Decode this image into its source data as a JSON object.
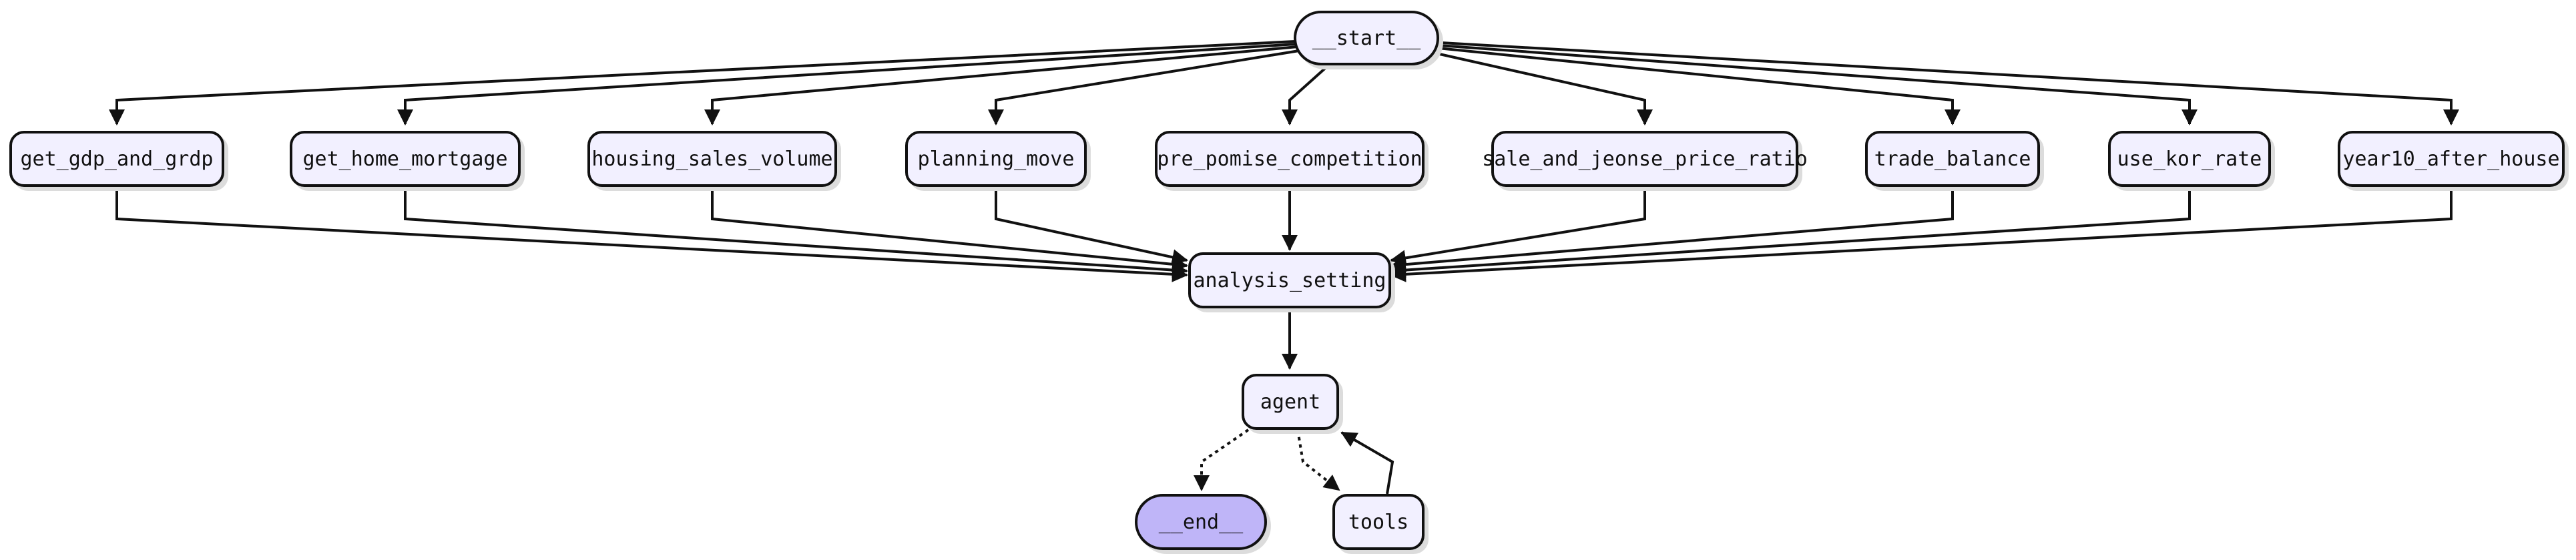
{
  "diagram": {
    "nodes": {
      "start": {
        "label": "__start__"
      },
      "get_gdp_and_grdp": {
        "label": "get_gdp_and_grdp"
      },
      "get_home_mortgage": {
        "label": "get_home_mortgage"
      },
      "housing_sales_volume": {
        "label": "housing_sales_volume"
      },
      "planning_move": {
        "label": "planning_move"
      },
      "pre_pomise_competition": {
        "label": "pre_pomise_competition"
      },
      "sale_and_jeonse_price_ratio": {
        "label": "sale_and_jeonse_price_ratio"
      },
      "trade_balance": {
        "label": "trade_balance"
      },
      "use_kor_rate": {
        "label": "use_kor_rate"
      },
      "year10_after_house": {
        "label": "year10_after_house"
      },
      "analysis_setting": {
        "label": "analysis_setting"
      },
      "agent": {
        "label": "agent"
      },
      "end": {
        "label": "__end__"
      },
      "tools": {
        "label": "tools"
      }
    },
    "edges": [
      {
        "from": "__start__",
        "to": "get_gdp_and_grdp",
        "style": "solid"
      },
      {
        "from": "__start__",
        "to": "get_home_mortgage",
        "style": "solid"
      },
      {
        "from": "__start__",
        "to": "housing_sales_volume",
        "style": "solid"
      },
      {
        "from": "__start__",
        "to": "planning_move",
        "style": "solid"
      },
      {
        "from": "__start__",
        "to": "pre_pomise_competition",
        "style": "solid"
      },
      {
        "from": "__start__",
        "to": "sale_and_jeonse_price_ratio",
        "style": "solid"
      },
      {
        "from": "__start__",
        "to": "trade_balance",
        "style": "solid"
      },
      {
        "from": "__start__",
        "to": "use_kor_rate",
        "style": "solid"
      },
      {
        "from": "__start__",
        "to": "year10_after_house",
        "style": "solid"
      },
      {
        "from": "get_gdp_and_grdp",
        "to": "analysis_setting",
        "style": "solid"
      },
      {
        "from": "get_home_mortgage",
        "to": "analysis_setting",
        "style": "solid"
      },
      {
        "from": "housing_sales_volume",
        "to": "analysis_setting",
        "style": "solid"
      },
      {
        "from": "planning_move",
        "to": "analysis_setting",
        "style": "solid"
      },
      {
        "from": "pre_pomise_competition",
        "to": "analysis_setting",
        "style": "solid"
      },
      {
        "from": "sale_and_jeonse_price_ratio",
        "to": "analysis_setting",
        "style": "solid"
      },
      {
        "from": "trade_balance",
        "to": "analysis_setting",
        "style": "solid"
      },
      {
        "from": "use_kor_rate",
        "to": "analysis_setting",
        "style": "solid"
      },
      {
        "from": "year10_after_house",
        "to": "analysis_setting",
        "style": "solid"
      },
      {
        "from": "analysis_setting",
        "to": "agent",
        "style": "solid"
      },
      {
        "from": "agent",
        "to": "__end__",
        "style": "dotted"
      },
      {
        "from": "agent",
        "to": "tools",
        "style": "dotted"
      },
      {
        "from": "tools",
        "to": "agent",
        "style": "solid"
      }
    ],
    "colors": {
      "node_fill": "#f2f0ff",
      "end_fill": "#bfb5f8",
      "stroke": "#111111",
      "shadow": "#dcdcdc"
    }
  }
}
